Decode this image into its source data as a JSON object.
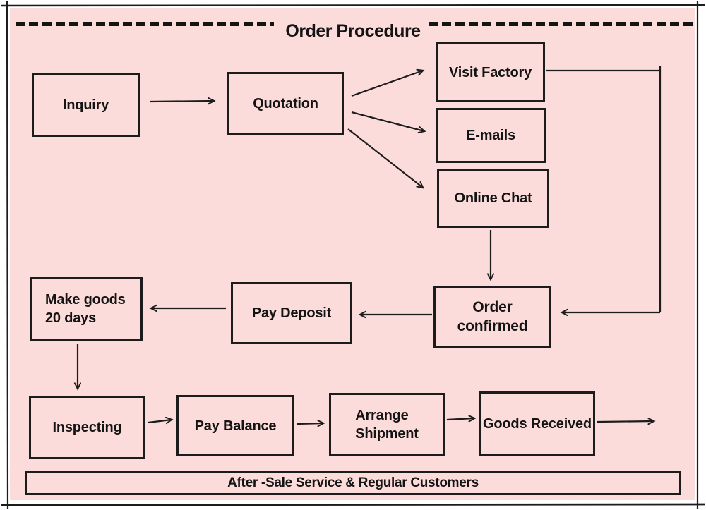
{
  "title": "Order Procedure",
  "colors": {
    "background": "#fbdcda",
    "line": "#1c1c1c",
    "text": "#141414",
    "page": "#ffffff"
  },
  "diagram": {
    "nodes": [
      {
        "id": "inquiry",
        "label": "Inquiry"
      },
      {
        "id": "quotation",
        "label": "Quotation"
      },
      {
        "id": "visit-factory",
        "label": "Visit Factory"
      },
      {
        "id": "emails",
        "label": "E-mails"
      },
      {
        "id": "online-chat",
        "label": "Online Chat"
      },
      {
        "id": "order-confirmed",
        "label": "Order confirmed"
      },
      {
        "id": "pay-deposit",
        "label": "Pay Deposit"
      },
      {
        "id": "make-goods",
        "label": "Make goods\n20 days"
      },
      {
        "id": "inspecting",
        "label": "Inspecting"
      },
      {
        "id": "pay-balance",
        "label": "Pay Balance"
      },
      {
        "id": "arrange-shipment",
        "label": "Arrange\nShipment"
      },
      {
        "id": "goods-received",
        "label": "Goods Received"
      }
    ],
    "edges": [
      {
        "from": "inquiry",
        "to": "quotation"
      },
      {
        "from": "quotation",
        "to": "visit-factory"
      },
      {
        "from": "quotation",
        "to": "emails"
      },
      {
        "from": "quotation",
        "to": "online-chat"
      },
      {
        "from": "visit-factory",
        "to": "order-confirmed"
      },
      {
        "from": "online-chat",
        "to": "order-confirmed"
      },
      {
        "from": "order-confirmed",
        "to": "pay-deposit"
      },
      {
        "from": "pay-deposit",
        "to": "make-goods"
      },
      {
        "from": "make-goods",
        "to": "inspecting"
      },
      {
        "from": "inspecting",
        "to": "pay-balance"
      },
      {
        "from": "pay-balance",
        "to": "arrange-shipment"
      },
      {
        "from": "arrange-shipment",
        "to": "goods-received"
      },
      {
        "from": "goods-received",
        "to": "off-diagram-right"
      }
    ]
  },
  "footer": {
    "label": "After -Sale Service & Regular Customers"
  }
}
